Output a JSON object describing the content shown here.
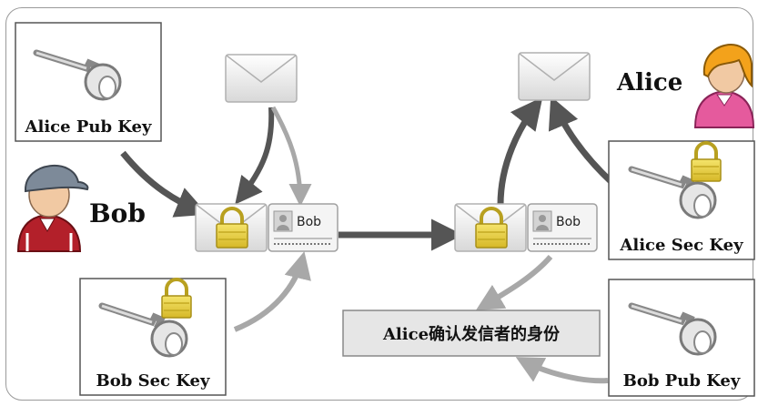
{
  "actors": {
    "bob": {
      "name": "Bob"
    },
    "alice": {
      "name": "Alice"
    }
  },
  "keys": {
    "alice_pub": "Alice Pub Key",
    "bob_sec": "Bob Sec Key",
    "alice_sec": "Alice Sec Key",
    "bob_pub": "Bob Pub Key"
  },
  "cards": {
    "left_card": "Bob",
    "right_card": "Bob"
  },
  "verify_label": "Alice确认发信者的身份",
  "colors": {
    "lock_yellow": "#e7cf3a",
    "arrow_dark": "#555555",
    "arrow_light": "#a8a8a8",
    "bob_cap": "#7d8a99",
    "bob_shirt": "#b3202a",
    "alice_helmet": "#f3a21b",
    "alice_shirt": "#e55a9d"
  }
}
